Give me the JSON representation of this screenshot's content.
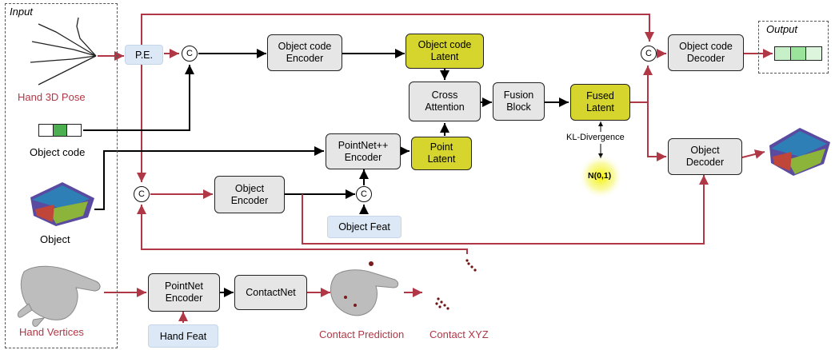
{
  "input_label": "Input",
  "output_label": "Output",
  "inputs": {
    "hand_pose": "Hand 3D Pose",
    "object_code": "Object code",
    "object": "Object",
    "hand_vertices": "Hand Vertices"
  },
  "blocks": {
    "pe": "P.E.",
    "concat": "C",
    "obj_code_encoder": [
      "Object code",
      "Encoder"
    ],
    "obj_code_latent": [
      "Object code",
      "Latent"
    ],
    "cross_attention": [
      "Cross",
      "Attention"
    ],
    "fusion_block": [
      "Fusion",
      "Block"
    ],
    "fused_latent": [
      "Fused",
      "Latent"
    ],
    "obj_code_decoder": [
      "Object code",
      "Decoder"
    ],
    "pointnetpp_encoder": [
      "PointNet++",
      "Encoder"
    ],
    "point_latent": [
      "Point",
      "Latent"
    ],
    "object_encoder": [
      "Object",
      "Encoder"
    ],
    "object_feat": "Object Feat",
    "object_decoder": [
      "Object",
      "Decoder"
    ],
    "pointnet_encoder": [
      "PointNet",
      "Encoder"
    ],
    "contactnet": "ContactNet",
    "hand_feat": "Hand Feat",
    "kl_divergence": "KL-Divergence",
    "normal_dist": "N(0,1)"
  },
  "outputs": {
    "contact_prediction": "Contact Prediction",
    "contact_xyz": "Contact XYZ"
  },
  "colors": {
    "red_arrow": "#b03846",
    "black_arrow": "#000000",
    "latent_yellow": "#d6d52e",
    "block_gray": "#e6e6e6",
    "feat_blue": "#dce8f5",
    "code_green": "#4caf50"
  }
}
